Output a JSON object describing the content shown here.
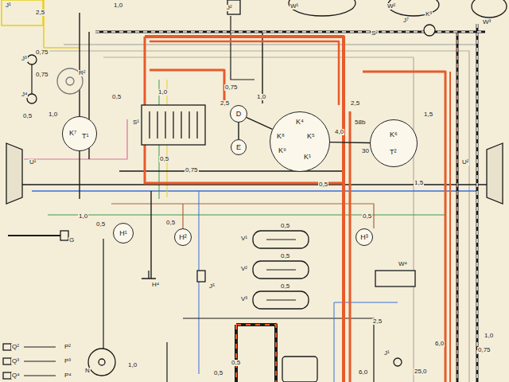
{
  "diagram": {
    "nodes": [
      {
        "text": [
          "K⁴",
          "K⁸",
          "K⁵",
          "K⁹",
          "K¹"
        ]
      },
      {
        "text": [
          "D"
        ]
      },
      {
        "text": [
          "E"
        ]
      },
      {
        "text": [
          "K⁶",
          "T²"
        ]
      },
      {
        "text": [
          "K⁷",
          "T¹"
        ]
      },
      {
        "text": [
          "H¹"
        ]
      },
      {
        "text": [
          "H²"
        ]
      },
      {
        "text": [
          "H³"
        ]
      }
    ],
    "edges": [
      {
        "from": 1,
        "to": 2,
        "arrow": "none"
      },
      {
        "from": 1,
        "to": 0,
        "arrow": "none"
      },
      {
        "from": 0,
        "to": 3,
        "arrow": "none"
      }
    ],
    "labels": [
      "J¹",
      "2,5",
      "1,0",
      "J²",
      "W¹",
      "W²",
      "J⁷",
      "K³",
      "W³",
      "S²",
      "0,75",
      "J³",
      "0,75",
      "R²",
      "J⁴",
      "0,5",
      "1,0",
      "S¹",
      "0,5",
      "1,0",
      "0,75",
      "2,5",
      "1,0",
      "2,5",
      "58b",
      "4,0",
      "30",
      "1,5",
      "U¹",
      "U²",
      "0,5",
      "0,75",
      "0,5",
      "1,5",
      "1,0",
      "G",
      "0,5",
      "0,5",
      "0,5",
      "0,5",
      "0,5",
      "0,5",
      "V¹",
      "V²",
      "V³",
      "H⁴",
      "J⁵",
      "W⁴",
      "2,5",
      "6,0",
      "25,0",
      "J¹",
      "0,75",
      "6,0",
      "1,0",
      "Q²",
      "P²",
      "Q³",
      "P³",
      "Q⁴",
      "P⁴",
      "N",
      "1,0",
      "0,5",
      "0,5"
    ]
  }
}
